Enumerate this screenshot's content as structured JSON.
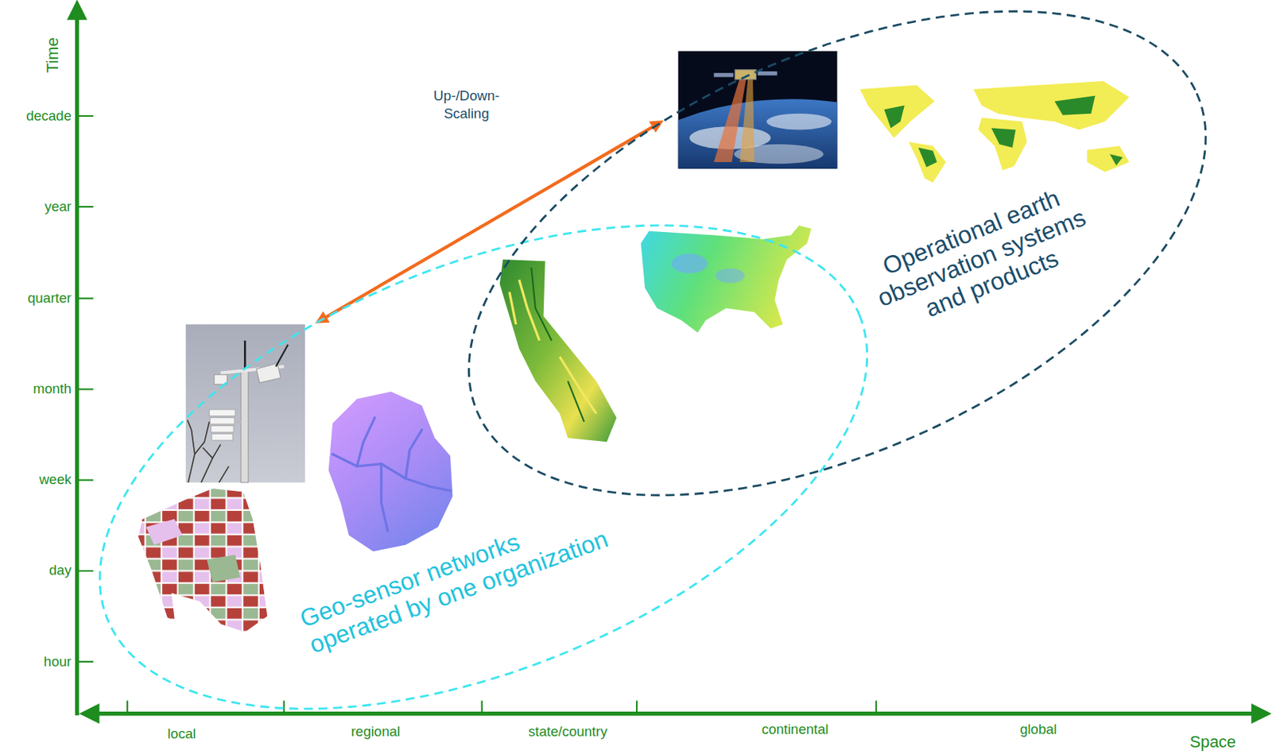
{
  "diagram": {
    "nodes": [
      {
        "text": [
          "Geo-sensor networks operated by one organization"
        ]
      },
      {
        "text": [
          "Operational earth observation systems and products"
        ]
      }
    ],
    "edges": [
      {
        "from": 1,
        "to": 0,
        "arrow": "both",
        "label": "Up-/Down- Scaling"
      }
    ],
    "labels": [
      "Time",
      "decade",
      "year",
      "quarter",
      "month",
      "week",
      "day",
      "hour",
      "local",
      "regional",
      "state/country",
      "continental",
      "global",
      "Space"
    ]
  }
}
